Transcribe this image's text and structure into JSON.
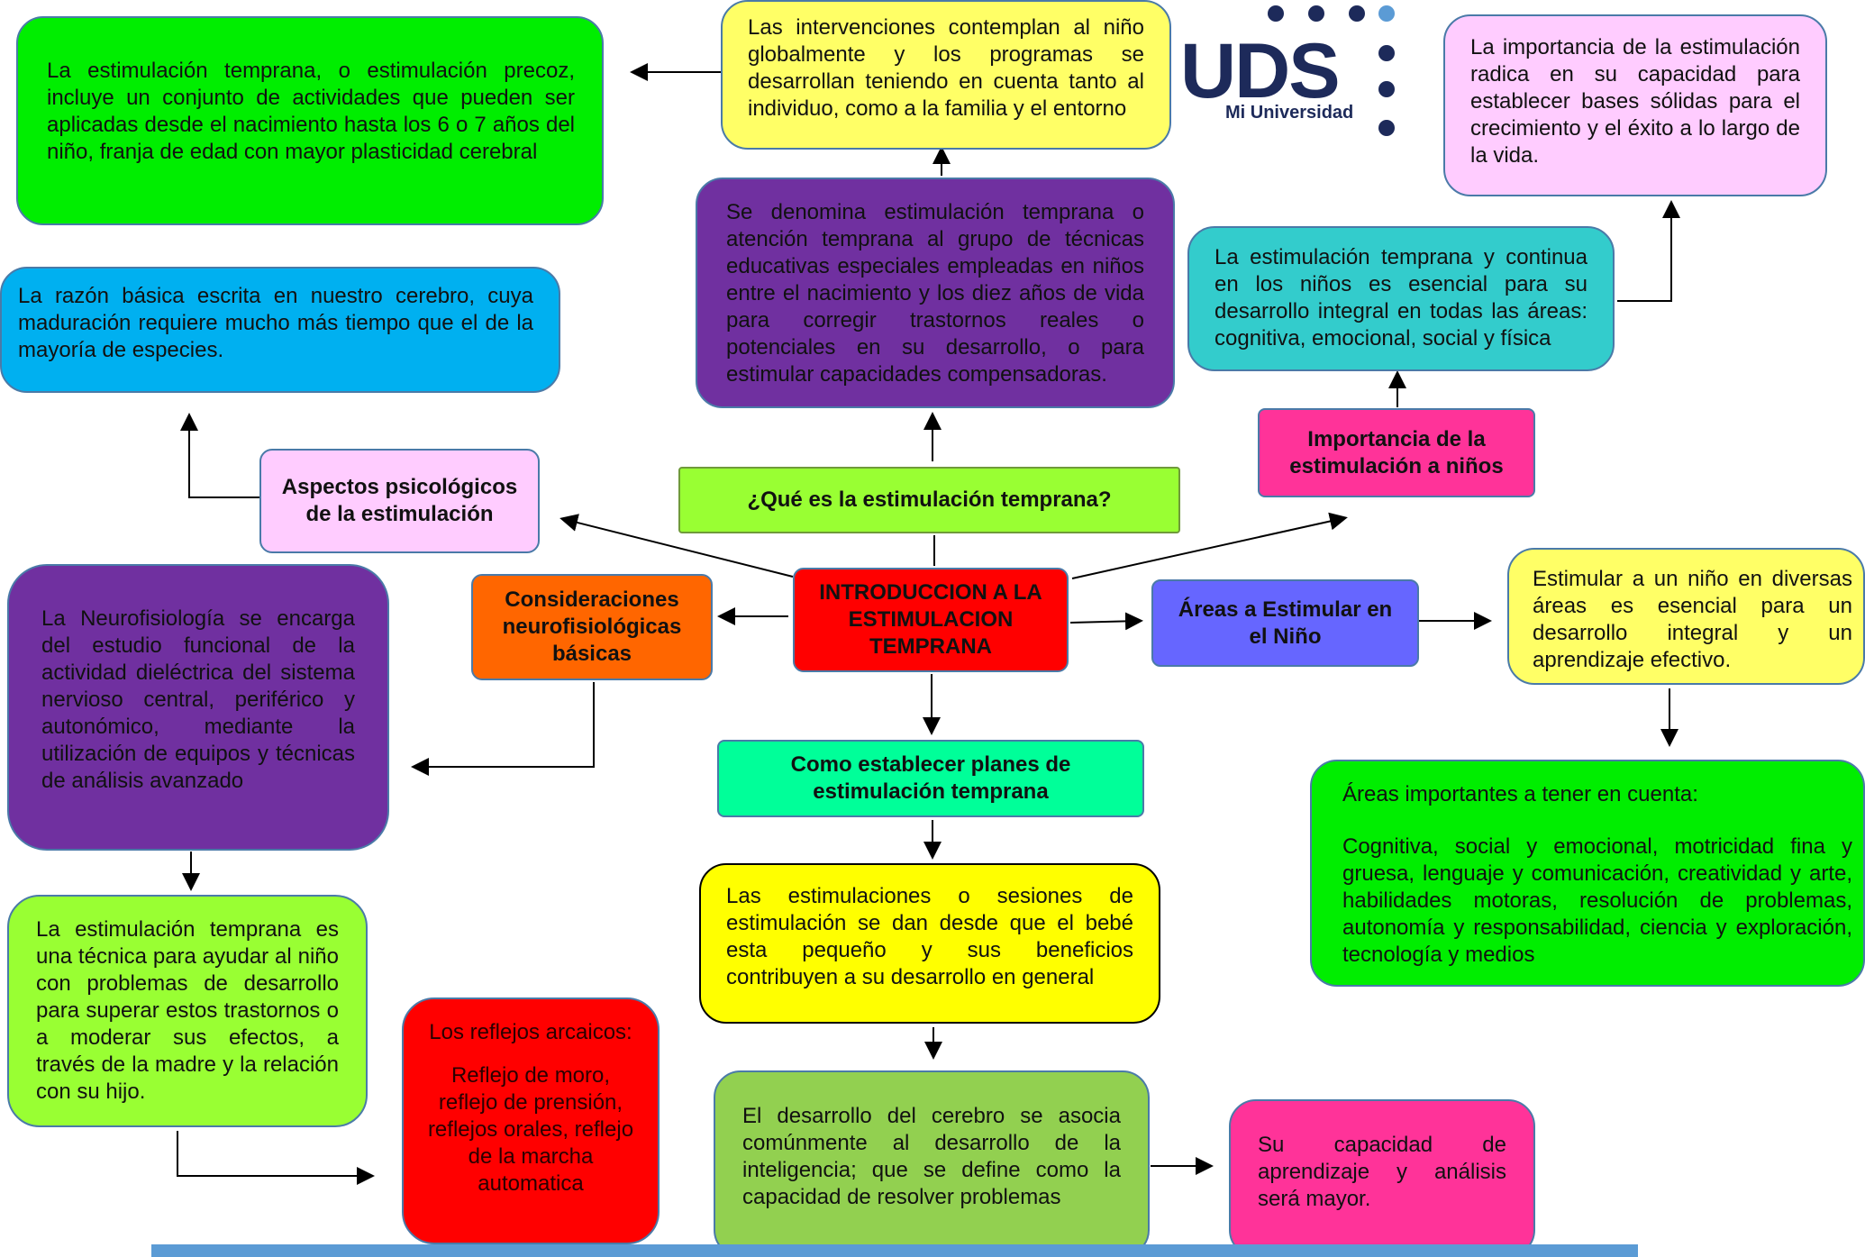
{
  "header": {
    "logo_text": "UDS",
    "logo_subtitle": "Mi Universidad"
  },
  "center": {
    "title": "INTRODUCCION A LA ESTIMULACION TEMPRANA"
  },
  "branches": {
    "que_es": "¿Qué es la estimulación temprana?",
    "aspectos": "Aspectos psicológicos de la estimulación",
    "consideraciones": "Consideraciones neurofisiológicas básicas",
    "importancia": "Importancia de la estimulación a niños",
    "areas": "Áreas a Estimular en el Niño",
    "planes": "Como establecer planes de estimulación temprana"
  },
  "nodes": {
    "precoz": "La estimulación temprana, o estimulación precoz, incluye un conjunto de actividades que pueden ser aplicadas desde el nacimiento hasta los 6 o 7 años del niño, franja de edad con mayor plasticidad cerebral",
    "intervenciones": "Las intervenciones contemplan al niño globalmente y los programas se desarrollan teniendo en cuenta tanto al individuo, como a la familia y el entorno",
    "importancia_radica": "La importancia de la estimulación radica en su capacidad para establecer bases sólidas para el crecimiento y el éxito a lo largo de la vida.",
    "se_denomina": "Se denomina estimulación temprana o atención temprana al grupo de técnicas educativas especiales empleadas en niños entre el nacimiento y los diez años de vida para corregir trastornos reales o potenciales en su desarrollo, o para estimular capacidades compensadoras.",
    "razon_basica": "La razón básica escrita en nuestro cerebro, cuya maduración requiere mucho más tiempo que el de la mayoría de especies.",
    "continua": "La estimulación temprana y continua en los niños es esencial para su desarrollo integral en todas las áreas: cognitiva, emocional, social y física",
    "neurofisiologia": "La Neurofisiología se encarga del estudio funcional de la actividad dieléctrica del sistema nervioso central, periférico y autonómico, mediante la utilización de equipos y técnicas de análisis avanzado",
    "estimular_nino": "Estimular a un niño en diversas áreas es esencial para un desarrollo integral y un aprendizaje efectivo.",
    "areas_title": "Áreas importantes a tener en cuenta:",
    "areas_list": "Cognitiva, social y emocional, motricidad fina y gruesa, lenguaje y comunicación, creatividad y arte, habilidades motoras, resolución de problemas, autonomía y responsabilidad, ciencia y exploración, tecnología y medios",
    "tecnica_ayudar": "La estimulación temprana es una técnica para ayudar al niño con problemas de desarrollo para superar estos trastornos o a moderar sus efectos, a través de la madre y la relación con su hijo.",
    "sesiones": "Las estimulaciones o sesiones de estimulación se dan desde que el bebé esta pequeño y sus beneficios contribuyen a su desarrollo en general",
    "reflejos_title": "Los reflejos arcaicos:",
    "reflejos_list": "Reflejo de moro, reflejo de prensión, reflejos orales, reflejo de la marcha automatica",
    "cerebro": "El desarrollo del cerebro se asocia comúnmente al desarrollo de la inteligencia; que se define como la capacidad de resolver problemas",
    "capacidad": "Su capacidad de aprendizaje y análisis será mayor."
  },
  "colors": {
    "green": "#00ee00",
    "yellow": "#ffff66",
    "pink": "#ffccff",
    "purple": "#7030a0",
    "cyan": "#00b0f0",
    "teal": "#33cccc",
    "magenta": "#ff3399",
    "red": "#ff0000",
    "orange": "#ff6600",
    "blue": "#6666ff",
    "lime": "#99ff33",
    "mint": "#00ff99",
    "olive_green": "#92d050"
  }
}
